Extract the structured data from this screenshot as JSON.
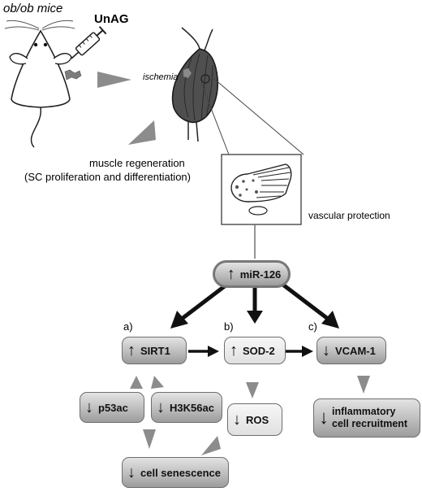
{
  "labels": {
    "mouse_model": "ob/ob mice",
    "treatment": "UnAG",
    "ischemia": "ischemia",
    "regeneration_line1": "muscle regeneration",
    "regeneration_line2": "(SC proliferation and differentiation)",
    "vascular": "vascular protection"
  },
  "mirna": {
    "label": "miR-126",
    "arrow": "↑"
  },
  "branches": {
    "a": "a)",
    "b": "b)",
    "c": "c)"
  },
  "nodes": {
    "sirt1": {
      "label": "SIRT1",
      "arrow": "↑"
    },
    "sod2": {
      "label": "SOD-2",
      "arrow": "↑"
    },
    "vcam1": {
      "label": "VCAM-1",
      "arrow": "↓"
    },
    "p53ac": {
      "label": "p53ac",
      "arrow": "↓"
    },
    "h3k56ac": {
      "label": "H3K56ac",
      "arrow": "↓"
    },
    "ros": {
      "label": "ROS",
      "arrow": "↓"
    },
    "inflam_line1": "inflammatory",
    "inflam_line2": "cell recruitment",
    "inflam_arrow": "↓",
    "senescence": {
      "label": "cell senescence",
      "arrow": "↓"
    }
  }
}
